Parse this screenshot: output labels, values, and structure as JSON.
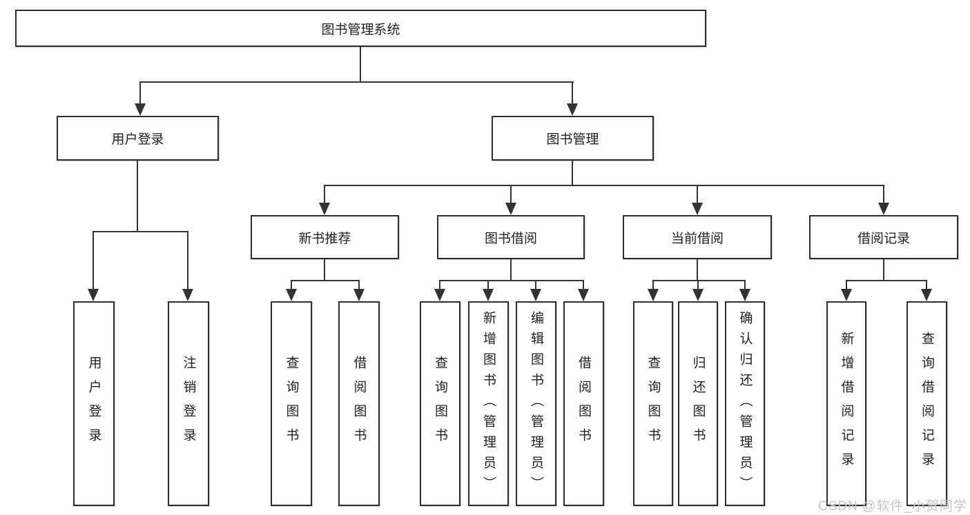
{
  "diagram": {
    "title": "图书管理系统",
    "children": [
      {
        "label": "用户登录",
        "children": [
          {
            "label": "用户登录"
          },
          {
            "label": "注销登录"
          }
        ]
      },
      {
        "label": "图书管理",
        "children": [
          {
            "label": "新书推荐",
            "children": [
              {
                "label": "查询图书"
              },
              {
                "label": "借阅图书"
              }
            ]
          },
          {
            "label": "图书借阅",
            "children": [
              {
                "label": "查询图书"
              },
              {
                "label": "新增图书（管理员）"
              },
              {
                "label": "编辑图书（管理员）"
              },
              {
                "label": "借阅图书"
              }
            ]
          },
          {
            "label": "当前借阅",
            "children": [
              {
                "label": "查询图书"
              },
              {
                "label": "归还图书"
              },
              {
                "label": "确认归还（管理员）"
              }
            ]
          },
          {
            "label": "借阅记录",
            "children": [
              {
                "label": "新增借阅记录"
              },
              {
                "label": "查询借阅记录"
              }
            ]
          }
        ]
      }
    ]
  },
  "watermark": {
    "text": "CSDN @软件_小贺同学"
  },
  "colors": {
    "line": "#323232",
    "box_border": "#2e2e2e",
    "text": "#1f1f1f",
    "watermark": "#c2c5cb",
    "background": "#ffffff"
  }
}
